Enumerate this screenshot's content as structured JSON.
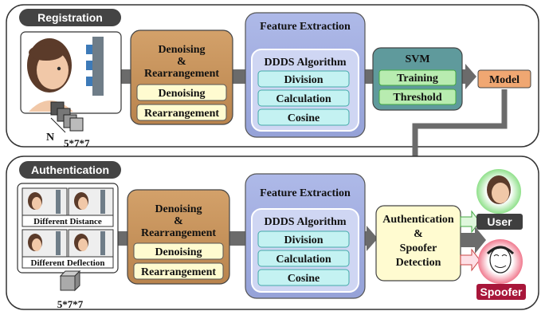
{
  "registration": {
    "section_label": "Registration",
    "input_n": "N",
    "input_dims": "5*7*7",
    "denoise_title": "Denoising & Rearrangement",
    "denoise_steps": [
      "Denoising",
      "Rearrangement"
    ],
    "feature_title": "Feature Extraction",
    "algorithm_title": "DDDS Algorithm",
    "algorithm_steps": [
      "Division",
      "Calculation",
      "Cosine"
    ],
    "svm_title": "SVM",
    "svm_steps": [
      "Training",
      "Threshold"
    ],
    "model_label": "Model"
  },
  "authentication": {
    "section_label": "Authentication",
    "distance_label": "Different Distance",
    "deflection_label": "Different Deflection",
    "input_dims": "5*7*7",
    "denoise_title": "Denoising & Rearrangement",
    "denoise_steps": [
      "Denoising",
      "Rearrangement"
    ],
    "feature_title": "Feature Extraction",
    "algorithm_title": "DDDS Algorithm",
    "algorithm_steps": [
      "Division",
      "Calculation",
      "Cosine"
    ],
    "detect_title": "Authentication & Spoofer Detection",
    "user_label": "User",
    "spoofer_label": "Spoofer"
  },
  "colors": {
    "denoise_fill": "#c8955c",
    "feature_fill": "#a9b4e4",
    "svm_fill": "#5f9a9c",
    "step_green": "#b8ecb0",
    "step_cyan": "#c4f2f2",
    "step_yellow": "#fffbd0",
    "model_fill": "#f0a772",
    "user_fill": "#3f3f3f",
    "spoofer_fill": "#a8163a",
    "arrow_gray": "#6b6b6b"
  },
  "icons": [
    "person-avatar-icon",
    "radar-device-icon",
    "data-cube-icon",
    "spoofer-mask-icon"
  ]
}
